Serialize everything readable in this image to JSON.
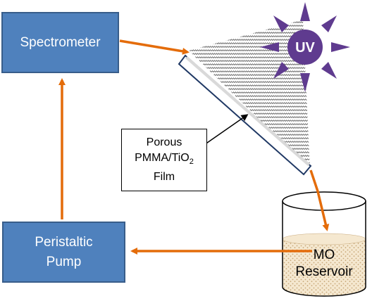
{
  "nodes": {
    "spectrometer": "Spectrometer",
    "pump_line1": "Peristaltic",
    "pump_line2": "Pump",
    "uv": "UV",
    "reservoir_line1": "MO",
    "reservoir_line2": "Reservoir"
  },
  "callout": {
    "line1": "Porous",
    "line2_prefix": "PMMA/TiO",
    "line2_sub": "2",
    "line3": "Film"
  },
  "colors": {
    "box_fill": "#4f81bd",
    "box_border": "#385d8a",
    "arrow": "#e46c0a",
    "sun": "#5f3b8f",
    "film_border": "#1f3864"
  }
}
